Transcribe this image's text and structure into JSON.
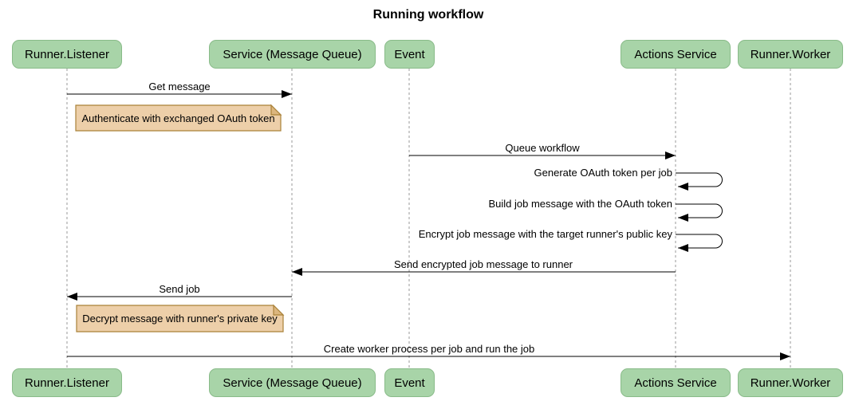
{
  "title": "Running workflow",
  "participants": [
    {
      "id": "runner-listener",
      "label": "Runner.Listener"
    },
    {
      "id": "service-message-queue",
      "label": "Service (Message Queue)"
    },
    {
      "id": "event",
      "label": "Event"
    },
    {
      "id": "actions-service",
      "label": "Actions Service"
    },
    {
      "id": "runner-worker",
      "label": "Runner.Worker"
    }
  ],
  "messages": [
    {
      "label": "Get message",
      "from": "Runner.Listener",
      "to": "Service (Message Queue)",
      "type": "arrow-right"
    },
    {
      "label": "Queue workflow",
      "from": "Event",
      "to": "Actions Service",
      "type": "arrow-right"
    },
    {
      "label": "Generate OAuth token per job",
      "from": "Actions Service",
      "to": "Actions Service",
      "type": "self-loop"
    },
    {
      "label": "Build job message with the OAuth token",
      "from": "Actions Service",
      "to": "Actions Service",
      "type": "self-loop"
    },
    {
      "label": "Encrypt job message with the target runner's public key",
      "from": "Actions Service",
      "to": "Actions Service",
      "type": "self-loop"
    },
    {
      "label": "Send encrypted job message to runner",
      "from": "Actions Service",
      "to": "Service (Message Queue)",
      "type": "arrow-left"
    },
    {
      "label": "Send job",
      "from": "Service (Message Queue)",
      "to": "Runner.Listener",
      "type": "arrow-left"
    },
    {
      "label": "Create worker process per job and run the job",
      "from": "Runner.Listener",
      "to": "Runner.Worker",
      "type": "arrow-right"
    }
  ],
  "notes": [
    {
      "label": "Authenticate with exchanged OAuth token",
      "over": "Runner.Listener"
    },
    {
      "label": "Decrypt message with runner's private key",
      "over": "Runner.Listener"
    }
  ],
  "colors": {
    "participant_fill": "#a8d4a8",
    "participant_border": "#89bb89",
    "note_fill": "#edcfa9",
    "note_border": "#aa8239",
    "note_fold": "#dcb67e",
    "lifeline": "#999999",
    "arrow": "#000000",
    "text": "#000000",
    "background": "#ffffff"
  }
}
